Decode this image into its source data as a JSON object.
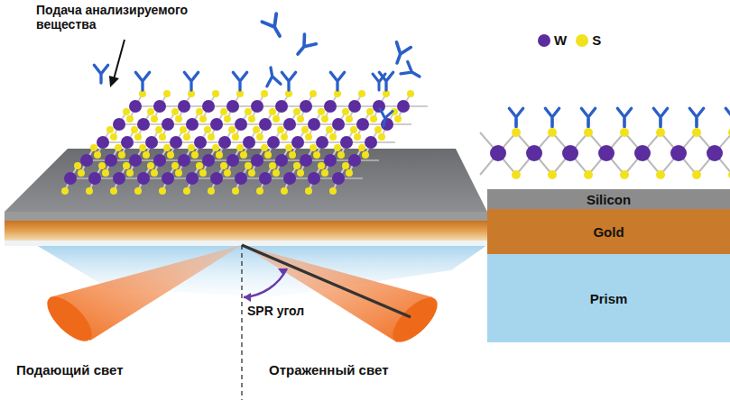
{
  "diagram": {
    "nodes": [
      {
        "text": [
          "Silicon"
        ]
      },
      {
        "text": [
          "Gold"
        ]
      },
      {
        "text": [
          "Prism"
        ]
      }
    ],
    "labels": [
      "Подача анализируемого вещества",
      "SPR угол",
      "Подающий свет",
      "Отраженный свет"
    ],
    "legend": [
      {
        "text": "W",
        "color": "#5b2d9e"
      },
      {
        "text": "S",
        "color": "#f2e21c"
      }
    ]
  }
}
